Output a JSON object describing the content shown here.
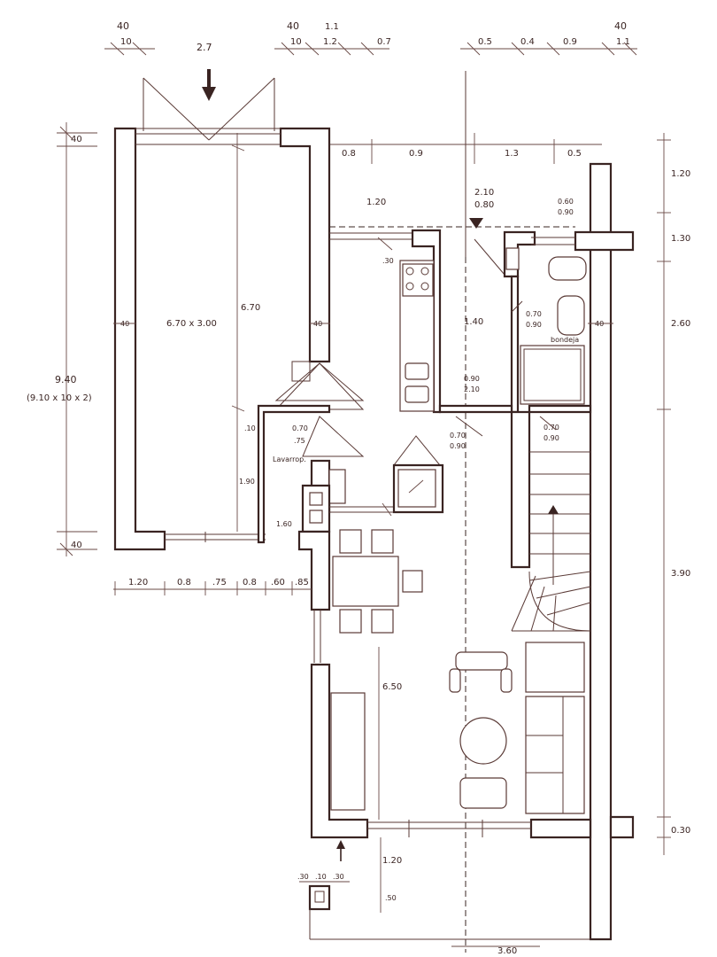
{
  "top_dims": {
    "a_top": "40",
    "a_bot": "10",
    "b": "2.7",
    "c_top": "40",
    "c_bot": "10",
    "d_top": "1.1",
    "d_bot": "1.2",
    "e": "0.7",
    "f": "0.5",
    "g": "0.4",
    "h": "0.9",
    "i_top": "40",
    "i_bot": "1.1"
  },
  "upper_dims": {
    "a": "0.8",
    "b": "0.9",
    "c": "1.3",
    "d": "0.5"
  },
  "right_dims": {
    "a": "1.20",
    "b": "1.30",
    "c": "2.60",
    "d": "3.90",
    "e": "0.30"
  },
  "left_dims": {
    "top": "40",
    "bottom": "40",
    "total": "9.40",
    "formula": "(9.10 x 10 x 2)"
  },
  "bottom_dims": {
    "a": "1.20",
    "b": "0.8",
    "c": ".75",
    "d": "0.8",
    "e": ".60",
    "f": ".85"
  },
  "rooms": {
    "garage": "6.70 x 3.00",
    "garage_len": "6.70",
    "wall_left": "40",
    "wall_mid": "40",
    "wall_right": "40",
    "laundry": "Lavarrop.",
    "bathroom": "bondeja",
    "living_len": "6.50",
    "width_bottom": "3.60"
  },
  "labels": {
    "kitchen_w": "1.20",
    "kitchen_30": ".30",
    "corridor_1": "2.10",
    "corridor_2": "0.80",
    "kitchen_len": "1.40",
    "bath_door_1": "0.60",
    "bath_door_2": "0.90",
    "bath_w_1": "0.70",
    "bath_w_2": "0.90",
    "door_a_1": "0.90",
    "door_a_2": "2.10",
    "door_b_1": "0.70",
    "door_b_2": "0.90",
    "stair_1": "0.70",
    "stair_2": "0.90",
    "laundry_1": "0.70",
    "laundry_2": ".75",
    "side_10": ".10",
    "side_190": "1.90",
    "side_160": "1.60",
    "front_120": "1.20",
    "front_50": ".50",
    "pillar_a": ".30",
    "pillar_b": ".10",
    "pillar_c": ".30"
  }
}
